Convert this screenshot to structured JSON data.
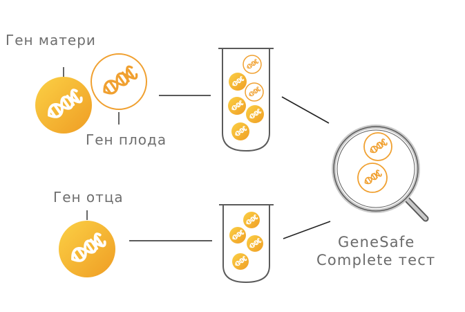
{
  "labels": {
    "mother_gene": "Ген матери",
    "fetal_gene": "Ген плода",
    "father_gene": "Ген отца",
    "test_line1": "GeneSafe",
    "test_line2": "Complete тест"
  },
  "colors": {
    "gold_light": "#f8c43e",
    "gold_dark": "#f0a025",
    "outline_orange": "#f0a030",
    "line": "#222222",
    "tube_outline": "#5a5a5a",
    "magnifier_handle": "#b8b8b8"
  },
  "icons": {
    "dna": "dna-icon",
    "tube": "test-tube-icon",
    "magnifier": "magnifier-icon"
  }
}
